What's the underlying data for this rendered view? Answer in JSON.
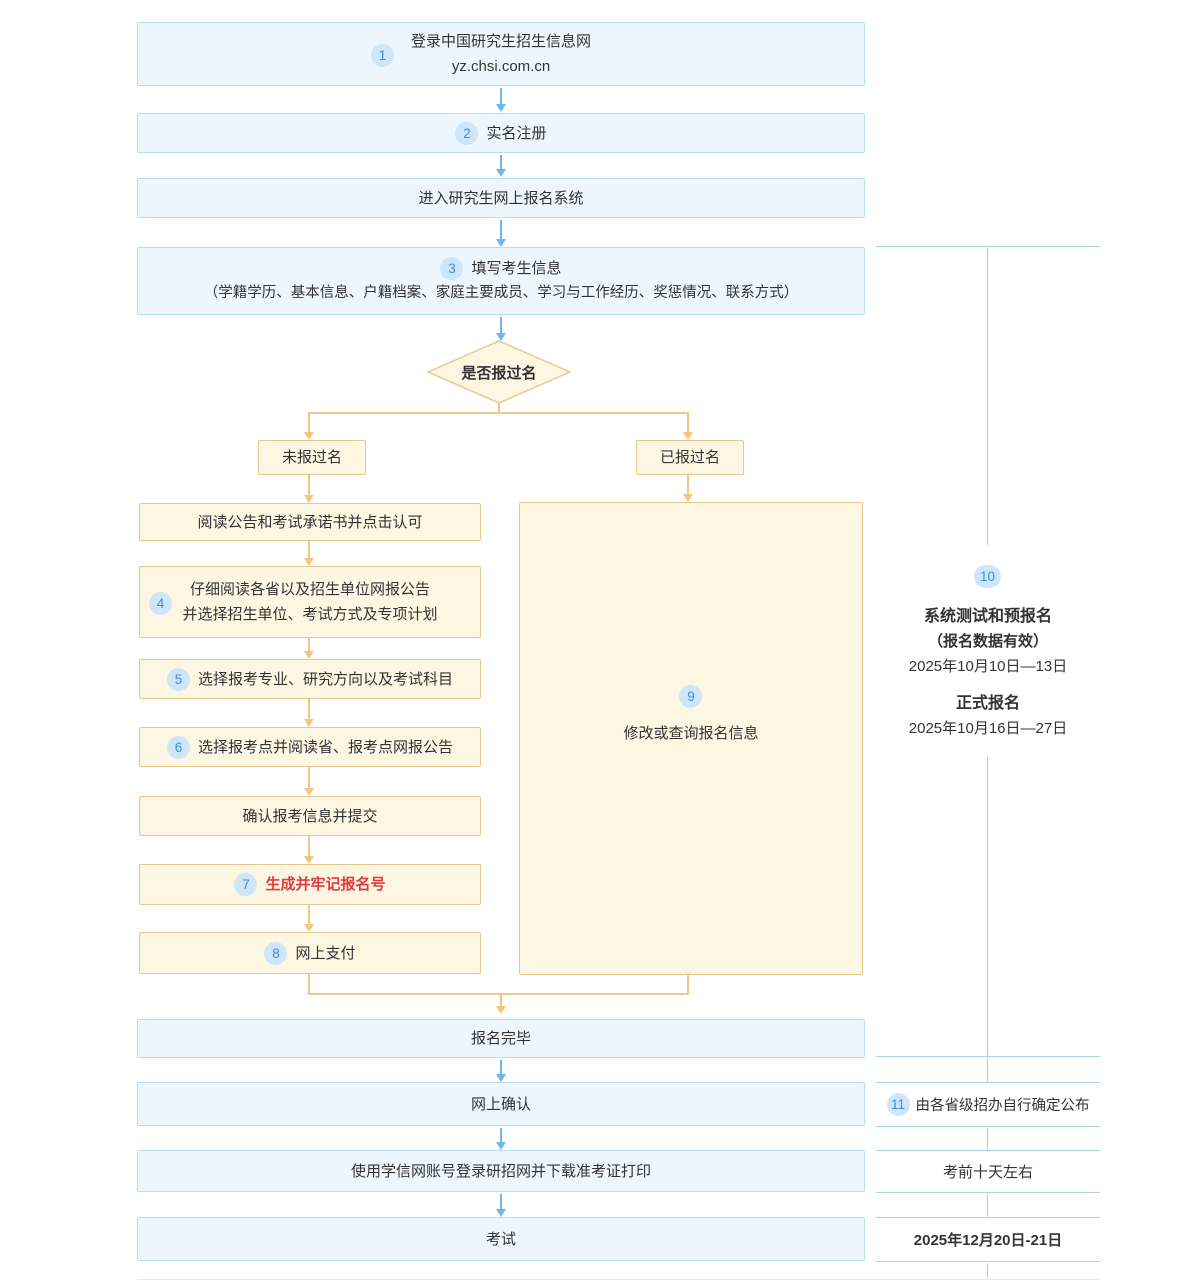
{
  "palette": {
    "blue_box_bg": "#edf6fc",
    "blue_box_border": "#b9ddf1",
    "cream_box_bg": "#fdf6e2",
    "cream_box_border": "#e9c88f",
    "badge_bg": "#cde6f9",
    "badge_text": "#3d8fd6",
    "arrow_blue": "#6db7ed",
    "arrow_orange": "#f3c57f",
    "highlight_red": "#e23c3c",
    "timeline_line_blue": "#abd3e6",
    "text": "#333333"
  },
  "flow": {
    "step1": {
      "num": "1",
      "line1": "登录中国研究生招生信息网",
      "line2": "yz.chsi.com.cn"
    },
    "step2": {
      "num": "2",
      "label": "实名注册"
    },
    "enter_system": "进入研究生网上报名系统",
    "step3": {
      "num": "3",
      "title": "填写考生信息",
      "detail": "（学籍学历、基本信息、户籍档案、家庭主要成员、学习与工作经历、奖惩情况、联系方式）"
    },
    "decision": "是否报过名",
    "branch_no": "未报过名",
    "branch_yes": "已报过名",
    "read_notice": "阅读公告和考试承诺书并点击认可",
    "step4": {
      "num": "4",
      "line1": "仔细阅读各省以及招生单位网报公告",
      "line2": "并选择招生单位、考试方式及专项计划"
    },
    "step5": {
      "num": "5",
      "label": "选择报考专业、研究方向以及考试科目"
    },
    "step6": {
      "num": "6",
      "label": "选择报考点并阅读省、报考点网报公告"
    },
    "confirm_submit": "确认报考信息并提交",
    "step7": {
      "num": "7",
      "label": "生成并牢记报名号"
    },
    "step8": {
      "num": "8",
      "label": "网上支付"
    },
    "step9": {
      "num": "9",
      "label": "修改或查询报名信息"
    },
    "finish": "报名完毕",
    "online_confirm": "网上确认",
    "download": "使用学信网账号登录研招网并下载准考证打印",
    "exam": "考试"
  },
  "timeline": {
    "step10": {
      "num": "10",
      "test_title": "系统测试和预报名",
      "test_note": "（报名数据有效）",
      "test_date": "2025年10月10日—13日",
      "formal_title": "正式报名",
      "formal_date": "2025年10月16日—27日"
    },
    "step11": {
      "num": "11",
      "label": "由各省级招办自行确定公布"
    },
    "before_exam": "考前十天左右",
    "exam_date": "2025年12月20日-21日"
  }
}
